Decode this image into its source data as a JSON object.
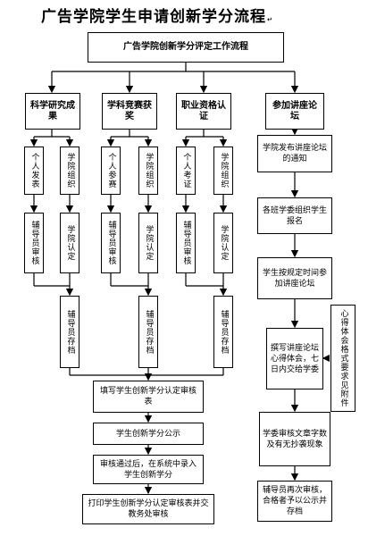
{
  "title": "广告学院学生申请创新学分流程",
  "return_mark": "↵",
  "nodes": {
    "top": "广告学院创新学分评定工作流程",
    "research": "科学研究成果",
    "contest": "学科竞赛获奖",
    "cert": "职业资格认证",
    "lecture": "参加讲座论坛",
    "r_personal": "个人发表",
    "r_school": "学院组织",
    "c_personal": "个人参赛",
    "c_school": "学院组织",
    "e_personal": "个人考证",
    "e_school": "学院组织",
    "r_counselor": "辅导员审核",
    "r_college": "学院认定",
    "c_counselor": "辅导员审核",
    "c_college": "学院认定",
    "e_counselor": "辅导员审核",
    "e_college": "学院认定",
    "r_archive": "辅导员存档",
    "c_archive": "辅导员存档",
    "e_archive": "辅导员存档",
    "l_notice": "学院发布讲座论坛的通知",
    "l_register": "各班学委组织学生报名",
    "l_attend": "学生按规定时间参加讲座论坛",
    "l_report": "撰写讲座论坛心得体会，七日内交给学委",
    "l_check": "学委审核文章字数及有无抄袭现象",
    "l_final": "辅导员再次审核，合格者予以公示并存档",
    "l_side": "心得体会格式要求见附件",
    "fill_form": "填写学生创新学分认定审核表",
    "publicity": "学生创新学分公示",
    "enter_system": "审核通过后，在系统中录入学生创新学分",
    "print_form": "打印学生创新学分认定审核表并交教务处审核"
  }
}
